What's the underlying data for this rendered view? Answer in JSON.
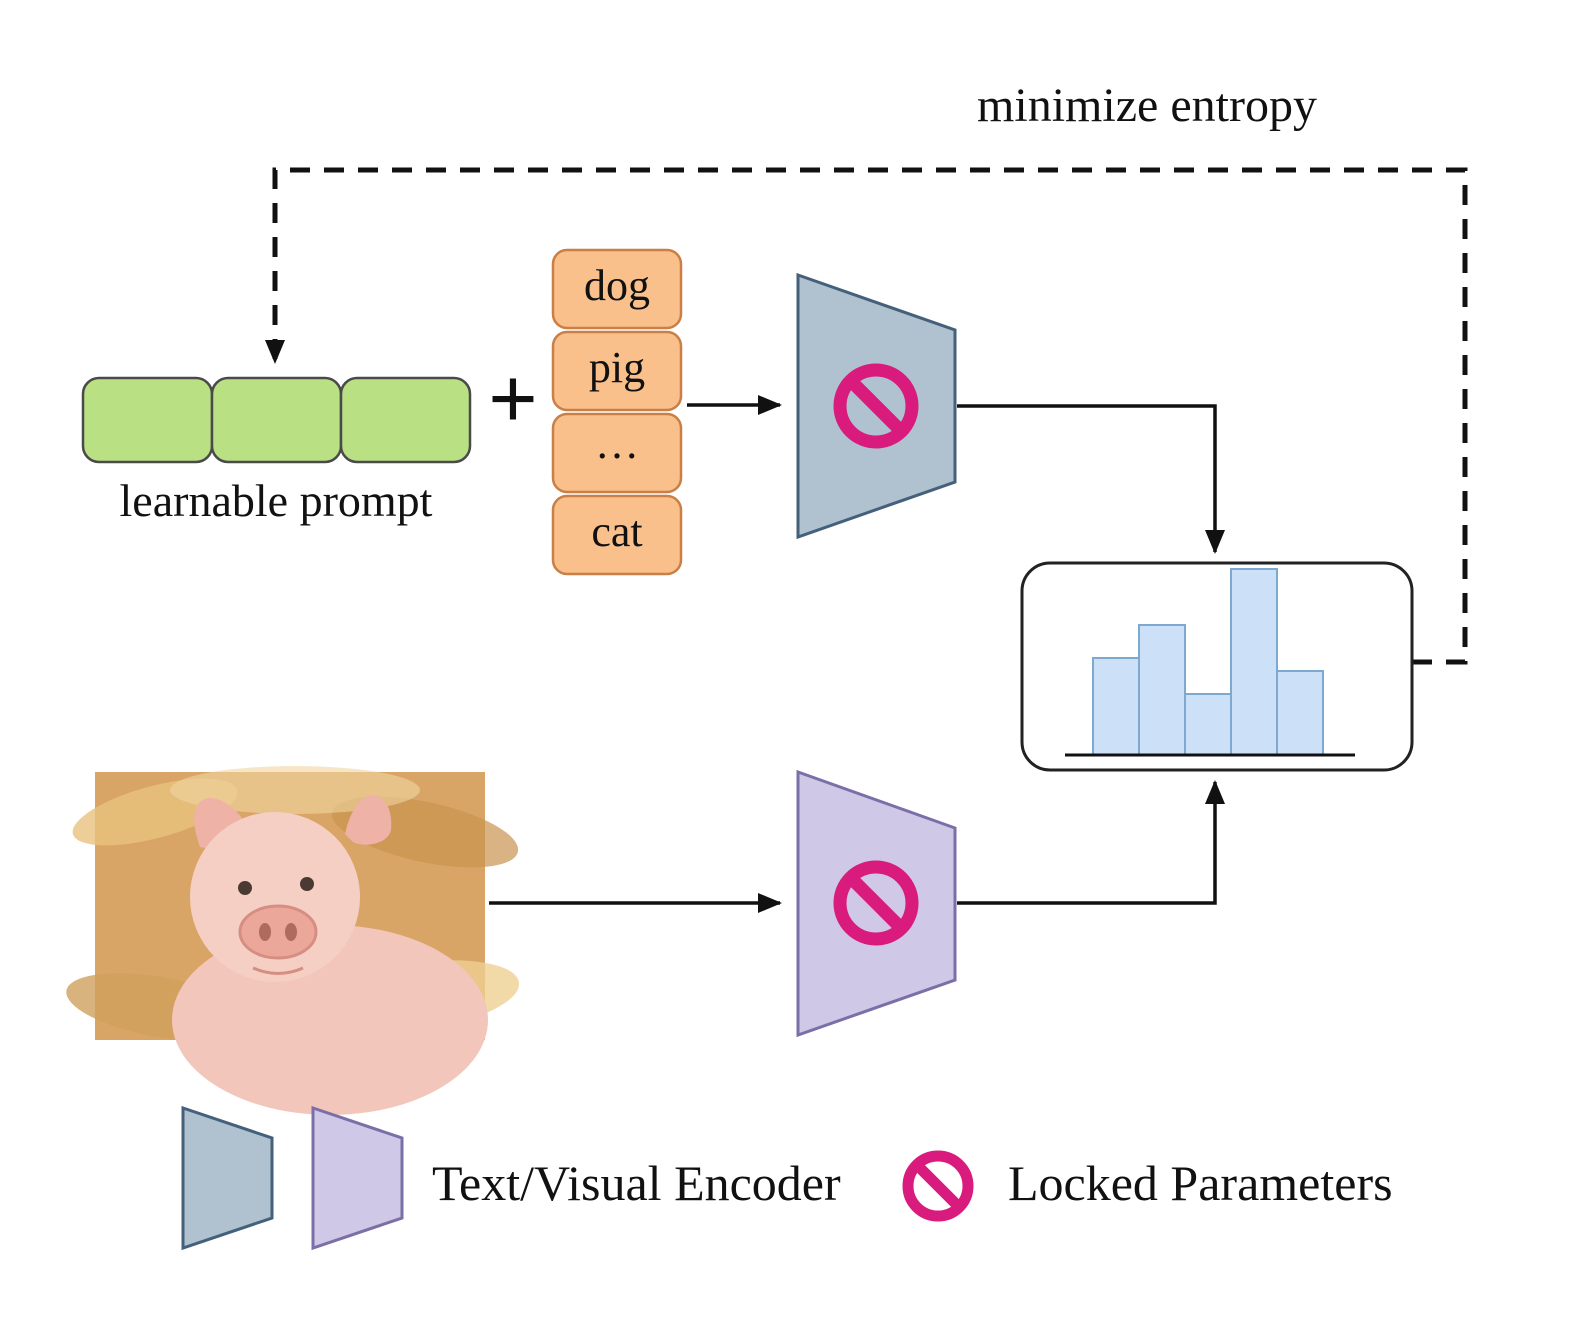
{
  "diagram": {
    "minimize_entropy_label": "minimize entropy",
    "learnable_prompt_label": "learnable prompt",
    "plus_sign": "+",
    "class_tokens": [
      {
        "label": "dog"
      },
      {
        "label": "pig"
      },
      {
        "label": "…"
      },
      {
        "label": "cat"
      }
    ],
    "legend": {
      "encoder_label": "Text/Visual Encoder",
      "locked_label": "Locked Parameters"
    }
  },
  "chart_data": {
    "type": "bar",
    "title": "",
    "categories": [
      "",
      "",
      "",
      "",
      ""
    ],
    "values": [
      0.52,
      0.7,
      0.33,
      1.0,
      0.45
    ],
    "ylim": [
      0,
      1
    ],
    "grid": false,
    "legend_position": "none"
  },
  "colors": {
    "prompt_box": "#b9e183",
    "class_box": "#f9c08c",
    "text_encoder": "#b0c2cf",
    "visual_encoder": "#cfc8e6",
    "histogram_bar": "#cce1f8",
    "histogram_bar_border": "#7fa8cf",
    "locked_icon": "#d81b7c"
  }
}
